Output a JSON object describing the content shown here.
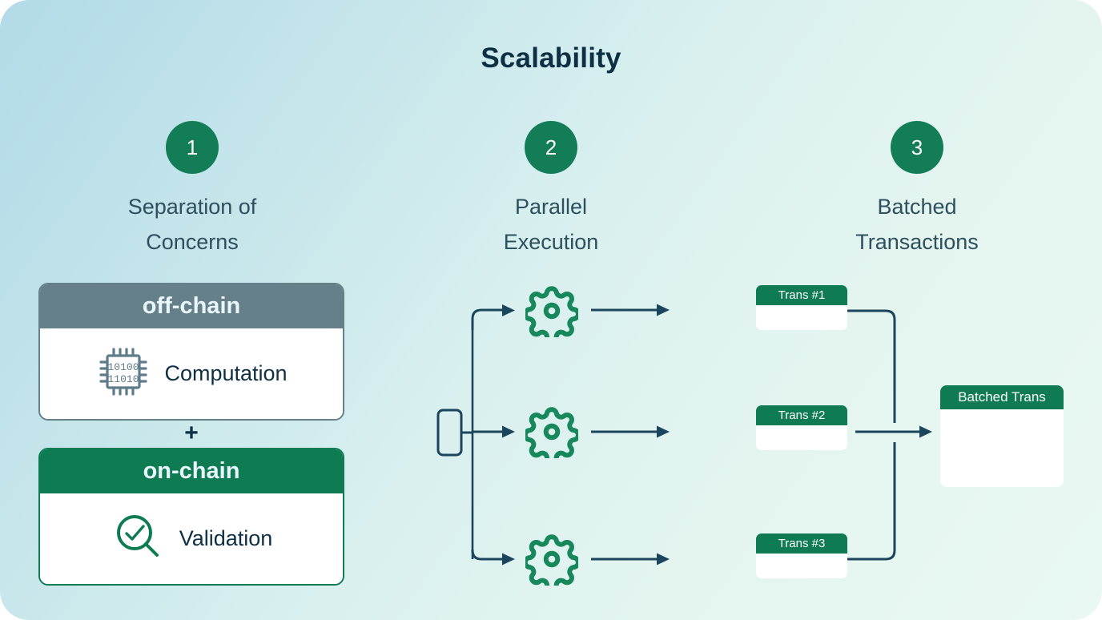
{
  "title": "Scalability",
  "colors": {
    "accent_green": "#0e7b52",
    "badge_green": "#127d56",
    "slate": "#66808a",
    "navy": "#0d3045",
    "line": "#1b455c",
    "bg_start": "#b2dae8",
    "bg_end": "#e9f8f2"
  },
  "steps": [
    {
      "number": "1",
      "label": "Separation of\nConcerns"
    },
    {
      "number": "2",
      "label": "Parallel\nExecution"
    },
    {
      "number": "3",
      "label": "Batched\nTransactions"
    }
  ],
  "separation": {
    "off_chain": {
      "header": "off-chain",
      "item": "Computation",
      "icon": "chip-icon",
      "chip_bits_top": "10100",
      "chip_bits_bottom": "11010"
    },
    "plus": "+",
    "on_chain": {
      "header": "on-chain",
      "item": "Validation",
      "icon": "magnifier-check-icon"
    }
  },
  "parallel": {
    "source_node": "input-node",
    "branches": [
      {
        "icon": "gear-icon"
      },
      {
        "icon": "gear-icon"
      },
      {
        "icon": "gear-icon"
      }
    ]
  },
  "batched": {
    "transactions": [
      {
        "label": "Trans #1"
      },
      {
        "label": "Trans #2"
      },
      {
        "label": "Trans #3"
      }
    ],
    "result": {
      "label": "Batched Trans"
    }
  }
}
